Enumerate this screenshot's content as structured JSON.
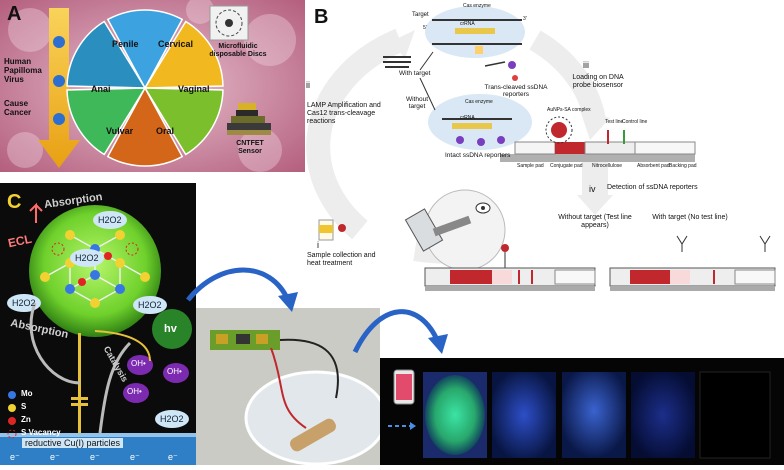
{
  "panel_a": {
    "letter": "A",
    "left_labels": [
      "Human",
      "Papilloma",
      "Virus",
      "Cause",
      "Cancer"
    ],
    "segments": [
      "Penile",
      "Cervical",
      "Vaginal",
      "Oral",
      "Vulvar",
      "Anai"
    ],
    "microfluidic_label": "Microfluidic disposable Discs",
    "sensor_label": "CNTFET Sensor"
  },
  "panel_b": {
    "letter": "B",
    "target": "Target",
    "cas_enzyme": "Cas enzyme",
    "crrna": "crRNA",
    "with_target": "With target",
    "without_target": "Without target",
    "trans_cleaved": "Trans-cleaved ssDNA reporters",
    "intact": "Intact ssDNA reporters",
    "step_ii_num": "ii",
    "step_ii": "LAMP Amplification and Cas12 trans-cleavage reactions",
    "step_iii_num": "iii",
    "step_iii": "Loading on DNA probe biosensor",
    "aunp_label": "AuNPs-SA complex",
    "test_line": "Test line",
    "control_line": "Control line",
    "strip_labels": [
      "Sample pad",
      "Conjugate pad",
      "Nitrocellulose",
      "Absorbent pad",
      "Backing pad"
    ],
    "step_i_num": "i",
    "step_i": "Sample collection and heat treatment",
    "step_iv_num": "iv",
    "step_iv": "Detection of ssDNA reporters",
    "result_without": "Without target (Test line appears)",
    "result_with": "With target (No test line)",
    "five_prime": "5'",
    "three_prime": "3'"
  },
  "panel_c": {
    "letter": "C",
    "absorption_top": "Absorption",
    "absorption_bottom": "Absorption",
    "ecl": "ECL",
    "h2o2": "H2O2",
    "hv": "hv",
    "oh": "OH•",
    "catalysis": "Catalysis",
    "legend": [
      "Mo",
      "S",
      "Zn",
      "S Vacancy"
    ],
    "reductive": "reductive Cu(I) particles",
    "electron": "e⁻"
  },
  "colors": {
    "penile": "#3da3e0",
    "cervical": "#f2b81f",
    "vaginal": "#7cbf2c",
    "oral": "#d4661a",
    "vulvar": "#3fb85a",
    "anai": "#2a8fbf",
    "arrow_blue": "#2a63c6",
    "strip_red": "#c0282d",
    "panel_c_bg": "#0b0b0b",
    "sphere_green": "#7ee23a"
  }
}
